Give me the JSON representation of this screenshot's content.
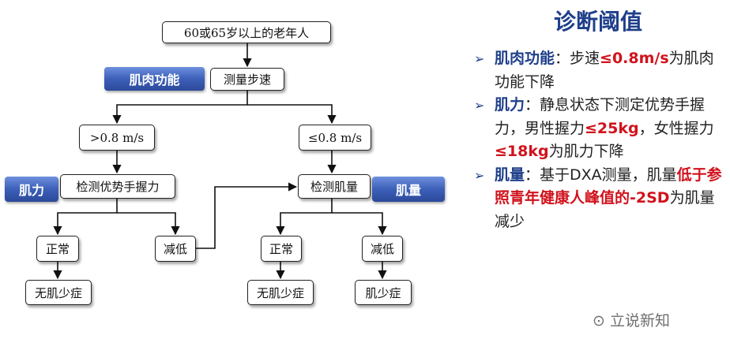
{
  "diagram": {
    "nodes": {
      "root": "60或65岁以上的老年人",
      "gait_test": "测量步速",
      "fast": ">0.8 m/s",
      "slow": "≤0.8 m/s",
      "grip_test": "检测优势手握力",
      "mass_test": "检测肌量",
      "normal_left": "正常",
      "reduced_left": "减低",
      "normal_right": "正常",
      "reduced_right": "减低",
      "no_sarcopenia_left": "无肌少症",
      "no_sarcopenia_right": "无肌少症",
      "sarcopenia": "肌少症"
    },
    "tags": {
      "muscle_function": "肌肉功能",
      "strength": "肌力",
      "mass": "肌量"
    }
  },
  "panel": {
    "title": "诊断阈值",
    "b1": {
      "kw": "肌肉功能",
      "pre": "：步速",
      "red": "≤0.8m/s",
      "post": "为肌肉功能下降"
    },
    "b2": {
      "kw": "肌力",
      "pre": "：静息状态下测定优势手握力，男性握力",
      "red1": "≤25kg",
      "mid": "，女性握力",
      "red2": "≤18kg",
      "post": "为肌力下降"
    },
    "b3": {
      "kw": "肌量",
      "pre": "：基于DXA测量，肌量",
      "red": "低于参照青年健康人峰值的-2SD",
      "post": "为肌量减少"
    }
  },
  "watermark": "立说新知",
  "colors": {
    "title": "#1f3f8a",
    "highlight": "#d1121c",
    "tag": "#3c5fb8"
  }
}
